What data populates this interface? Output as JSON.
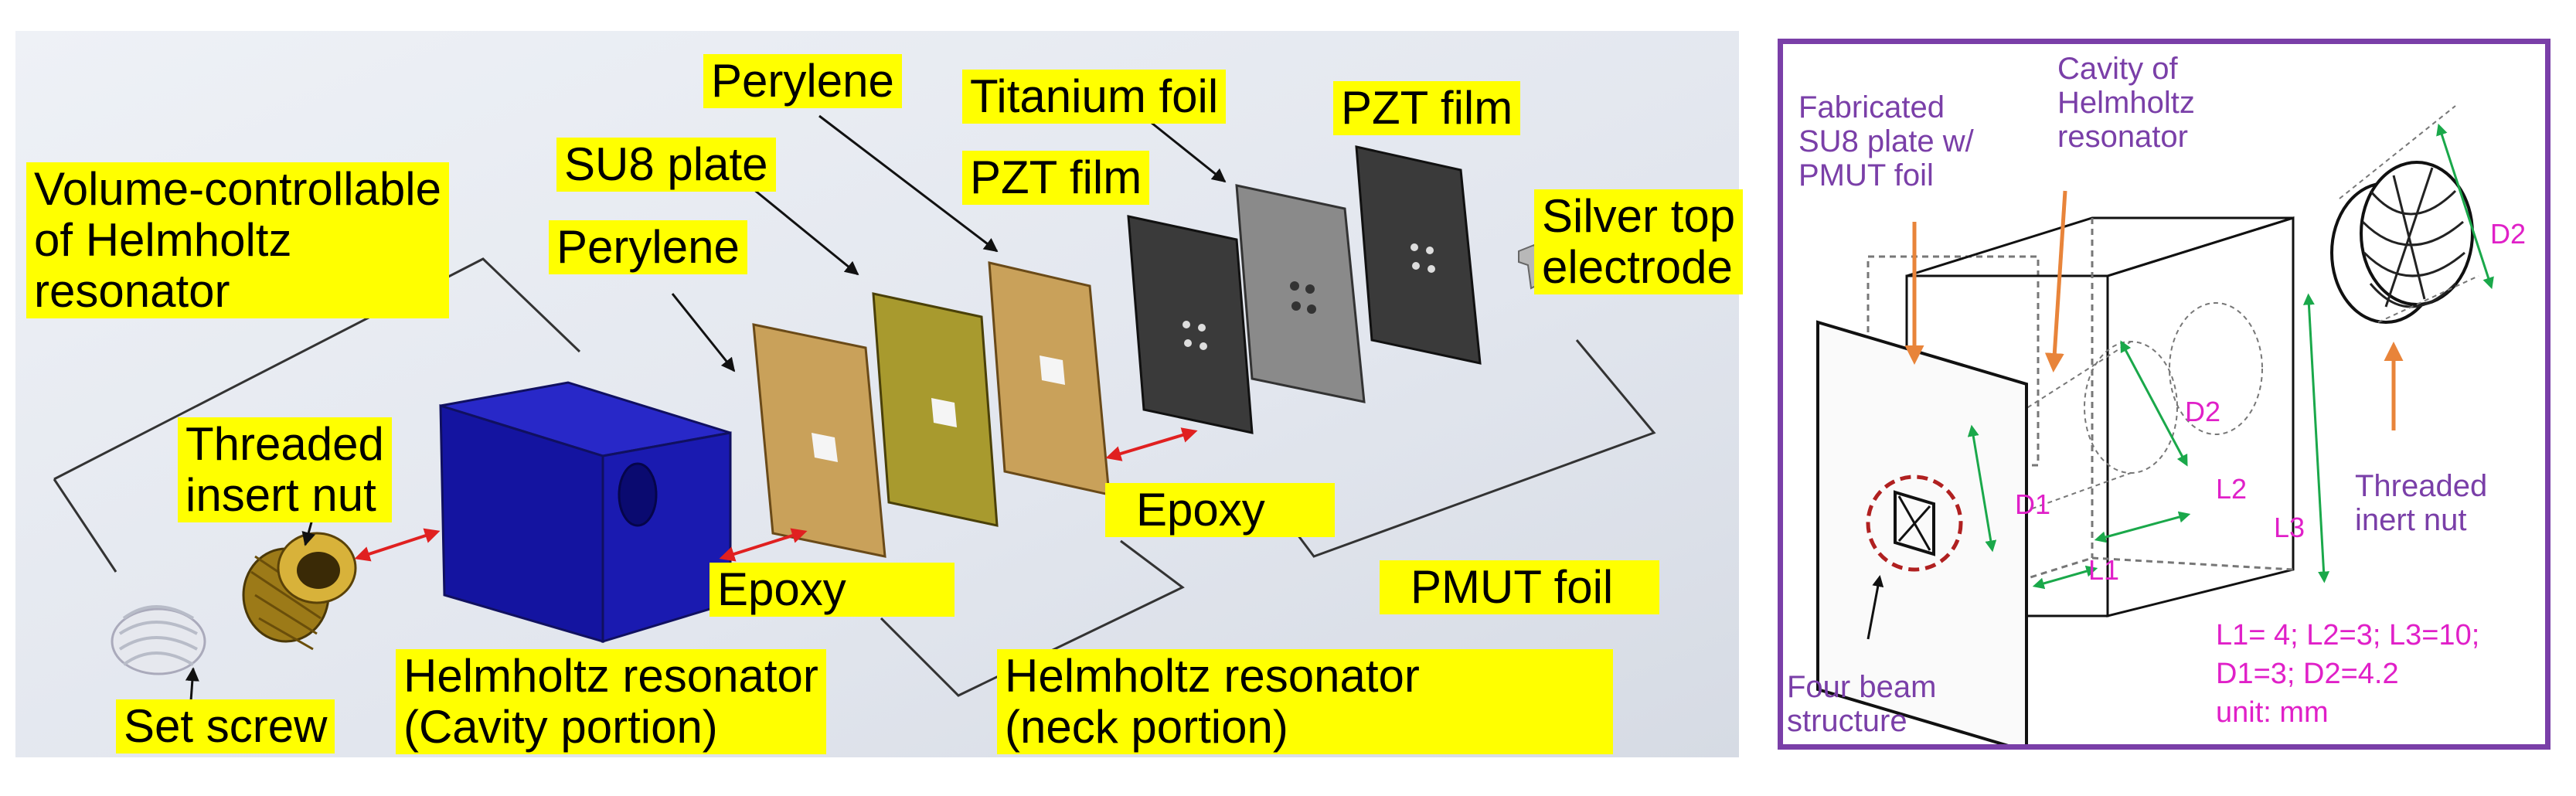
{
  "left_diagram": {
    "labels": {
      "volume_controllable": "Volume-controllable\nof Helmholtz\nresonator",
      "threaded_insert_nut": "Threaded\ninsert nut",
      "set_screw": "Set screw",
      "helmholtz_cavity": "Helmholtz resonator\n(Cavity portion)",
      "perylene_1": "Perylene",
      "su8_plate": "SU8  plate",
      "perylene_2": "Perylene",
      "pzt_film_1": "PZT film",
      "titanium_foil": "Titanium foil",
      "pzt_film_2": "PZT film",
      "silver_top_electrode": "Silver top\nelectrode",
      "epoxy_1": "Epoxy",
      "epoxy_2": "Epoxy",
      "helmholtz_neck": "Helmholtz resonator\n(neck portion)",
      "pmut_foil": "PMUT foil"
    },
    "colors": {
      "highlight": "#ffff00",
      "cavity_blue": "#1a1ab0",
      "perylene": "#c9a15a",
      "su8": "#a89a2e",
      "pzt": "#3a3a3a",
      "titanium": "#8a8a8a",
      "arrow_red": "#e02020"
    }
  },
  "right_diagram": {
    "labels": {
      "fabricated_su8": "Fabricated\nSU8 plate w/\nPMUT foil",
      "cavity_of_helmholtz": "Cavity of\nHelmholtz\nresonator",
      "threaded_inert_nut": "Threaded\ninert nut",
      "four_beam": "Four beam\nstructure"
    },
    "dimensions": {
      "d1": "D1",
      "d2_inner": "D2",
      "d2_outer": "D2",
      "l1": "L1",
      "l2": "L2",
      "l3": "L3"
    },
    "spec": {
      "line1": "L1= 4; L2=3; L3=10;",
      "line2": "D1=3; D2=4.2",
      "line3": "unit: mm"
    },
    "colors": {
      "frame": "#7a3fa8",
      "label_purple": "#7a3fa8",
      "dim_green": "#1aa84a",
      "pink": "#e020c8",
      "arrow_orange": "#e8843a",
      "dashed_red": "#b02020"
    }
  }
}
